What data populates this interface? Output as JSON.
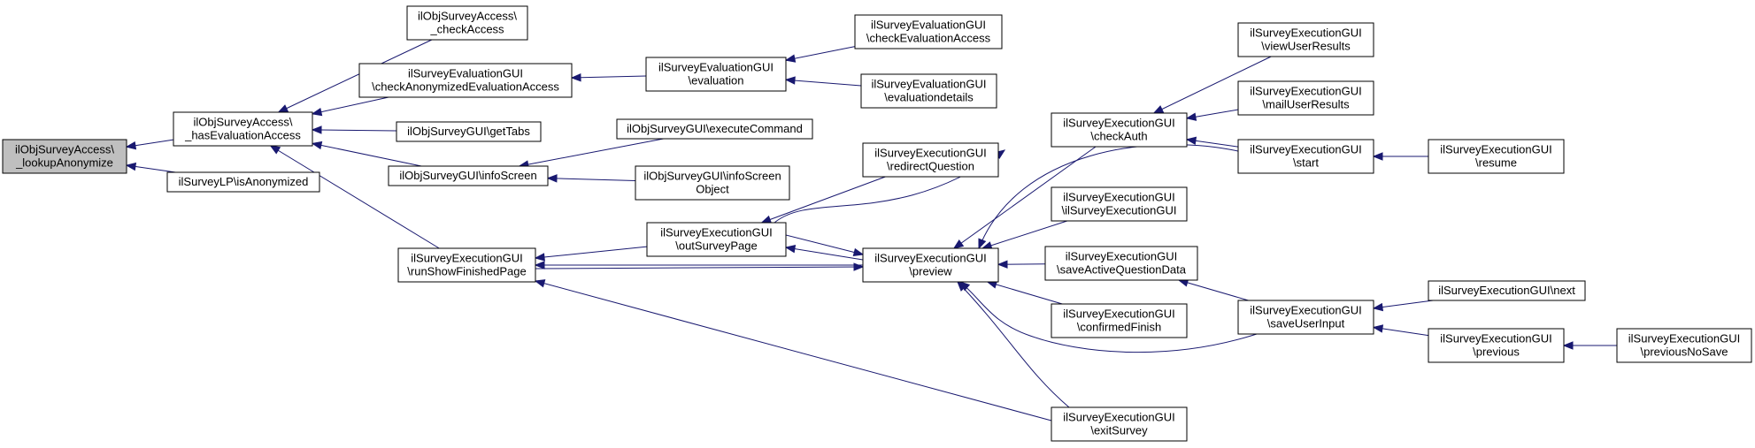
{
  "colors": {
    "edge": "#191970",
    "node_border": "#000000",
    "node_fill": "#ffffff",
    "highlight_fill": "#bfbfbf"
  },
  "nodes": [
    {
      "id": "lookupAnonymize",
      "lines": [
        "ilObjSurveyAccess\\",
        "_lookupAnonymize"
      ],
      "highlight": true
    },
    {
      "id": "hasEvaluationAccess",
      "lines": [
        "ilObjSurveyAccess\\",
        "_hasEvaluationAccess"
      ]
    },
    {
      "id": "isAnonymized",
      "lines": [
        "ilSurveyLP\\isAnonymized"
      ]
    },
    {
      "id": "checkAccess",
      "lines": [
        "ilObjSurveyAccess\\",
        "_checkAccess"
      ]
    },
    {
      "id": "checkAnonEval",
      "lines": [
        "ilSurveyEvaluationGUI",
        "\\checkAnonymizedEvaluationAccess"
      ]
    },
    {
      "id": "getTabs",
      "lines": [
        "ilObjSurveyGUI\\getTabs"
      ]
    },
    {
      "id": "infoScreen",
      "lines": [
        "ilObjSurveyGUI\\infoScreen"
      ]
    },
    {
      "id": "runShowFinishedPage",
      "lines": [
        "ilSurveyExecutionGUI",
        "\\runShowFinishedPage"
      ]
    },
    {
      "id": "evaluation",
      "lines": [
        "ilSurveyEvaluationGUI",
        "\\evaluation"
      ]
    },
    {
      "id": "executeCommand",
      "lines": [
        "ilObjSurveyGUI\\executeCommand"
      ]
    },
    {
      "id": "infoScreenObject",
      "lines": [
        "ilObjSurveyGUI\\infoScreen",
        "Object"
      ]
    },
    {
      "id": "outSurveyPage",
      "lines": [
        "ilSurveyExecutionGUI",
        "\\outSurveyPage"
      ]
    },
    {
      "id": "checkEvaluationAccess",
      "lines": [
        "ilSurveyEvaluationGUI",
        "\\checkEvaluationAccess"
      ]
    },
    {
      "id": "evaluationdetails",
      "lines": [
        "ilSurveyEvaluationGUI",
        "\\evaluationdetails"
      ]
    },
    {
      "id": "redirectQuestion",
      "lines": [
        "ilSurveyExecutionGUI",
        "\\redirectQuestion"
      ]
    },
    {
      "id": "preview",
      "lines": [
        "ilSurveyExecutionGUI",
        "\\preview"
      ]
    },
    {
      "id": "checkAuth",
      "lines": [
        "ilSurveyExecutionGUI",
        "\\checkAuth"
      ]
    },
    {
      "id": "ctor",
      "lines": [
        "ilSurveyExecutionGUI",
        "\\ilSurveyExecutionGUI"
      ]
    },
    {
      "id": "saveActiveQuestionData",
      "lines": [
        "ilSurveyExecutionGUI",
        "\\saveActiveQuestionData"
      ]
    },
    {
      "id": "confirmedFinish",
      "lines": [
        "ilSurveyExecutionGUI",
        "\\confirmedFinish"
      ]
    },
    {
      "id": "exitSurvey",
      "lines": [
        "ilSurveyExecutionGUI",
        "\\exitSurvey"
      ]
    },
    {
      "id": "viewUserResults",
      "lines": [
        "ilSurveyExecutionGUI",
        "\\viewUserResults"
      ]
    },
    {
      "id": "mailUserResults",
      "lines": [
        "ilSurveyExecutionGUI",
        "\\mailUserResults"
      ]
    },
    {
      "id": "start",
      "lines": [
        "ilSurveyExecutionGUI",
        "\\start"
      ]
    },
    {
      "id": "saveUserInput",
      "lines": [
        "ilSurveyExecutionGUI",
        "\\saveUserInput"
      ]
    },
    {
      "id": "resume",
      "lines": [
        "ilSurveyExecutionGUI",
        "\\resume"
      ]
    },
    {
      "id": "next",
      "lines": [
        "ilSurveyExecutionGUI\\next"
      ]
    },
    {
      "id": "previous",
      "lines": [
        "ilSurveyExecutionGUI",
        "\\previous"
      ]
    },
    {
      "id": "previousNoSave",
      "lines": [
        "ilSurveyExecutionGUI",
        "\\previousNoSave"
      ]
    }
  ],
  "edges": [
    {
      "from": "hasEvaluationAccess",
      "to": "lookupAnonymize"
    },
    {
      "from": "isAnonymized",
      "to": "lookupAnonymize"
    },
    {
      "from": "checkAccess",
      "to": "hasEvaluationAccess"
    },
    {
      "from": "checkAnonEval",
      "to": "hasEvaluationAccess"
    },
    {
      "from": "getTabs",
      "to": "hasEvaluationAccess"
    },
    {
      "from": "infoScreen",
      "to": "hasEvaluationAccess"
    },
    {
      "from": "runShowFinishedPage",
      "to": "hasEvaluationAccess"
    },
    {
      "from": "evaluation",
      "to": "checkAnonEval"
    },
    {
      "from": "checkEvaluationAccess",
      "to": "evaluation"
    },
    {
      "from": "evaluationdetails",
      "to": "evaluation"
    },
    {
      "from": "executeCommand",
      "to": "infoScreen"
    },
    {
      "from": "infoScreenObject",
      "to": "infoScreen"
    },
    {
      "from": "outSurveyPage",
      "to": "runShowFinishedPage"
    },
    {
      "from": "preview",
      "to": "runShowFinishedPage"
    },
    {
      "from": "exitSurvey",
      "to": "runShowFinishedPage"
    },
    {
      "from": "redirectQuestion",
      "to": "outSurveyPage"
    },
    {
      "from": "preview",
      "to": "outSurveyPage"
    },
    {
      "from": "outSurveyPage",
      "to": "preview"
    },
    {
      "from": "runShowFinishedPage",
      "to": "preview"
    },
    {
      "from": "checkAuth",
      "to": "preview"
    },
    {
      "from": "ctor",
      "to": "preview"
    },
    {
      "from": "saveActiveQuestionData",
      "to": "preview"
    },
    {
      "from": "confirmedFinish",
      "to": "preview"
    },
    {
      "from": "exitSurvey",
      "to": "preview"
    },
    {
      "from": "start",
      "to": "preview"
    },
    {
      "from": "saveUserInput",
      "to": "preview"
    },
    {
      "from": "outSurveyPage",
      "to": "checkAuth"
    },
    {
      "from": "viewUserResults",
      "to": "checkAuth"
    },
    {
      "from": "mailUserResults",
      "to": "checkAuth"
    },
    {
      "from": "start",
      "to": "checkAuth"
    },
    {
      "from": "resume",
      "to": "start"
    },
    {
      "from": "saveUserInput",
      "to": "saveActiveQuestionData"
    },
    {
      "from": "next",
      "to": "saveUserInput"
    },
    {
      "from": "previous",
      "to": "saveUserInput"
    },
    {
      "from": "previousNoSave",
      "to": "previous"
    }
  ]
}
